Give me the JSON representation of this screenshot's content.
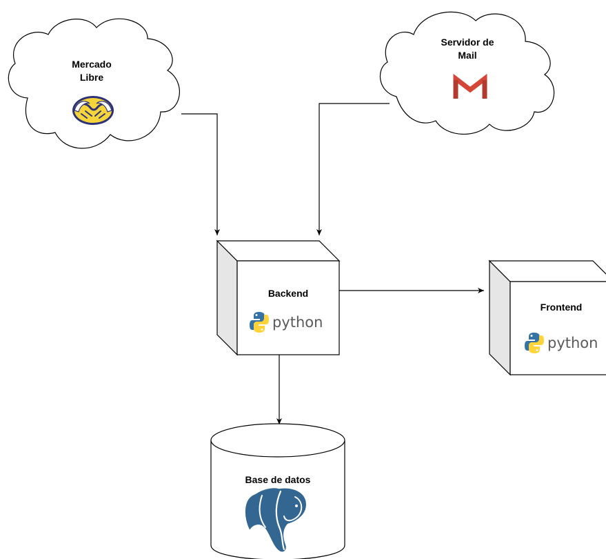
{
  "nodes": {
    "mercado_libre": {
      "label_line1": "Mercado",
      "label_line2": "Libre",
      "icon": "mercado-libre-handshake-icon"
    },
    "mail_server": {
      "label_line1": "Servidor de",
      "label_line2": "Mail",
      "icon": "gmail-icon"
    },
    "backend": {
      "label": "Backend",
      "logo_text": "python",
      "icon": "python-icon"
    },
    "frontend": {
      "label": "Frontend",
      "logo_text": "python",
      "icon": "python-icon"
    },
    "database": {
      "label": "Base de datos",
      "icon": "postgresql-elephant-icon"
    }
  },
  "edges": [
    {
      "from": "Mercado Libre",
      "to": "Backend"
    },
    {
      "from": "Servidor de Mail",
      "to": "Backend"
    },
    {
      "from": "Backend",
      "to": "Frontend"
    },
    {
      "from": "Backend",
      "to": "Base de datos"
    }
  ],
  "colors": {
    "gmail_red": "#d44638",
    "mercado_yellow": "#f5d53a",
    "mercado_blue": "#2d3277",
    "python_blue": "#3572a5",
    "python_yellow": "#ffd43b",
    "postgres_blue": "#336791"
  }
}
